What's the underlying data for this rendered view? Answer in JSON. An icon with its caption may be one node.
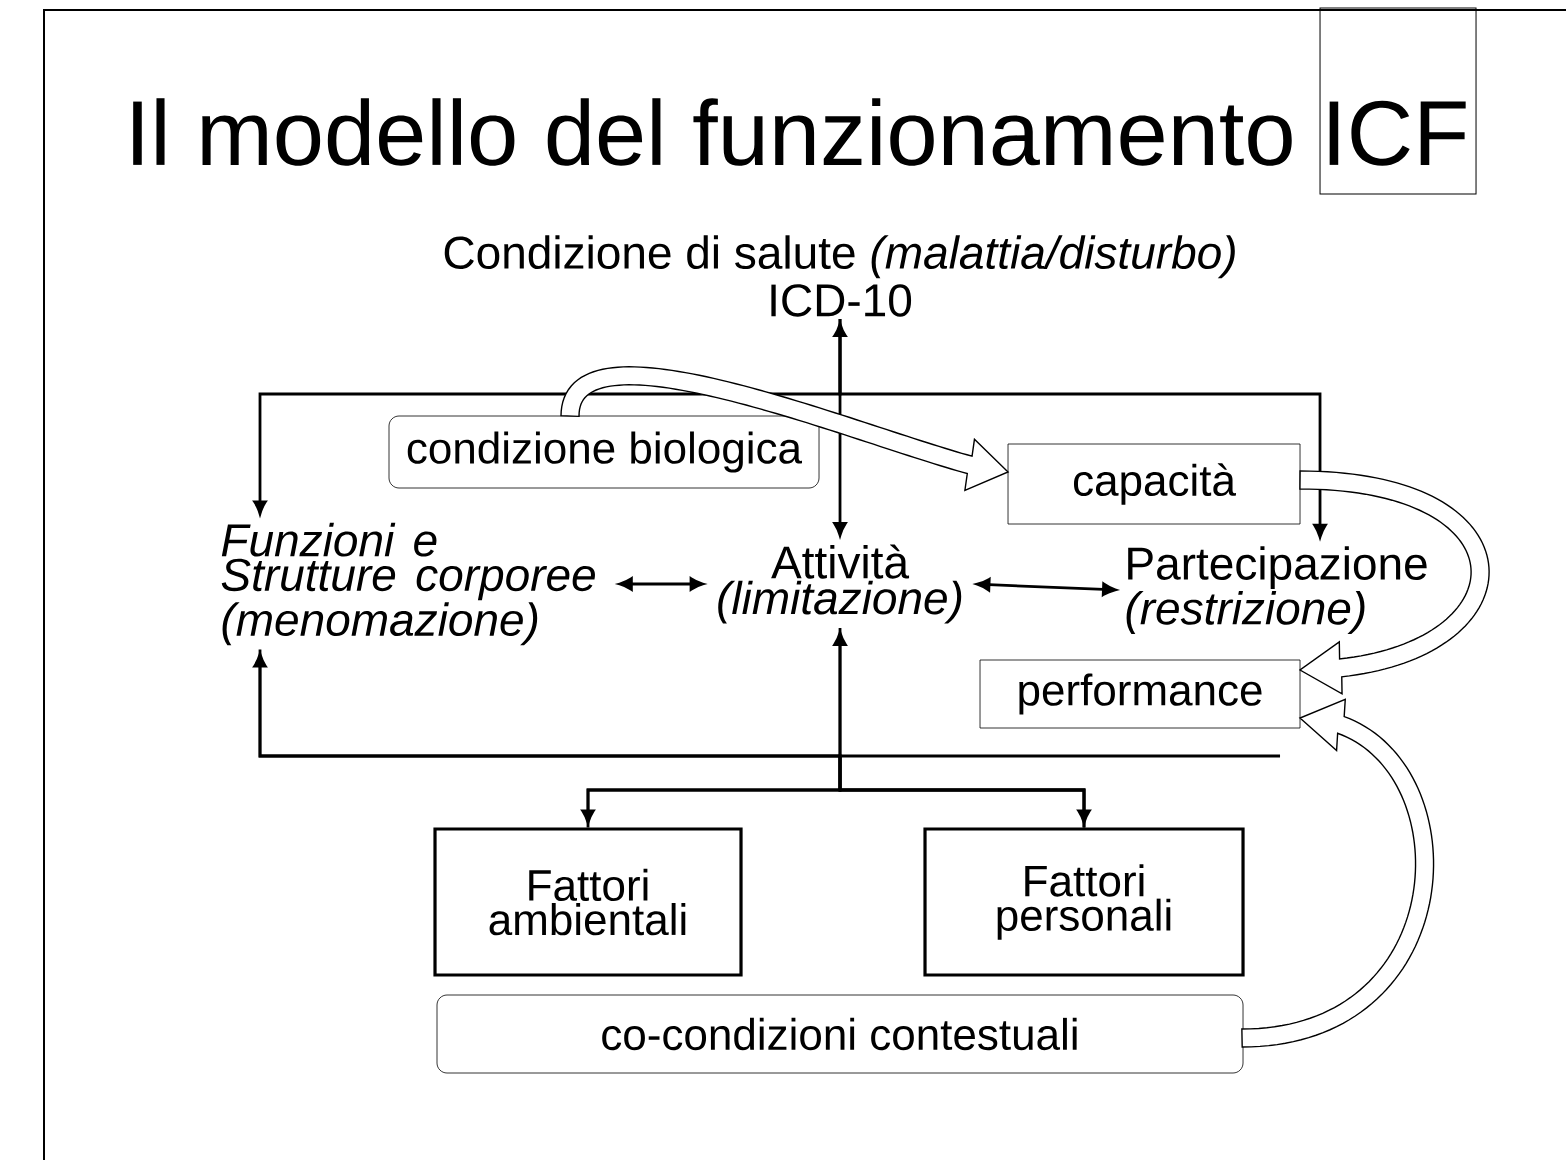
{
  "diagram": {
    "title": "Il modello del funzionamento ICF",
    "nodes": [
      {
        "text": [
          "Condizione di salute *(malattia/disturbo)*",
          "ICD-10"
        ]
      },
      {
        "text": [
          "condizione biologica"
        ]
      },
      {
        "text": [
          "capacità"
        ]
      },
      {
        "text": [
          "Funzioni e Strutture corporee (menomazione)"
        ]
      },
      {
        "text": [
          "Attività *(limitazione)*"
        ]
      },
      {
        "text": [
          "Partecipazione *(restrizione)*"
        ]
      },
      {
        "text": [
          "performance"
        ]
      },
      {
        "text": [
          "Fattori ambientali"
        ]
      },
      {
        "text": [
          "Fattori personali"
        ]
      },
      {
        "text": [
          "co-condizioni contestuali"
        ]
      }
    ],
    "edges": [
      {
        "from": 0,
        "to": 4,
        "arrow": "both"
      },
      {
        "from": 0,
        "to": 3,
        "arrow": "to"
      },
      {
        "from": 0,
        "to": 5,
        "arrow": "to"
      },
      {
        "from": 3,
        "to": 4,
        "arrow": "both"
      },
      {
        "from": 4,
        "to": 5,
        "arrow": "both"
      },
      {
        "from": 7,
        "to": 3,
        "arrow": "both"
      },
      {
        "from": 7,
        "to": 4,
        "arrow": "none"
      },
      {
        "from": 8,
        "to": 3,
        "arrow": "none"
      },
      {
        "from": 8,
        "to": 4,
        "arrow": "both"
      },
      {
        "from": 8,
        "to": null,
        "arrow": "none"
      },
      {
        "from": 1,
        "to": 2,
        "arrow": "to",
        "style": "thick"
      },
      {
        "from": 2,
        "to": 6,
        "arrow": "to",
        "style": "thick"
      },
      {
        "from": 9,
        "to": 6,
        "arrow": "to",
        "style": "thick"
      }
    ]
  }
}
